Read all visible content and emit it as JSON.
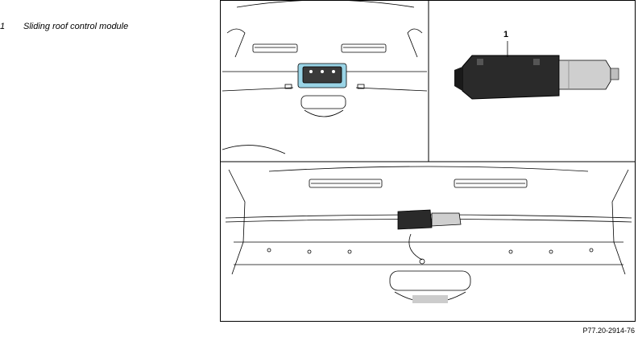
{
  "legend": [
    {
      "number": "1",
      "label": "Sliding roof control module"
    }
  ],
  "figure": {
    "callout": "1",
    "reference": "P77.20-2914-76",
    "colors": {
      "line": "#000000",
      "highlight": "#9ad4e6",
      "module": "#2a2a2a",
      "motor": "#cfcfcf"
    }
  }
}
